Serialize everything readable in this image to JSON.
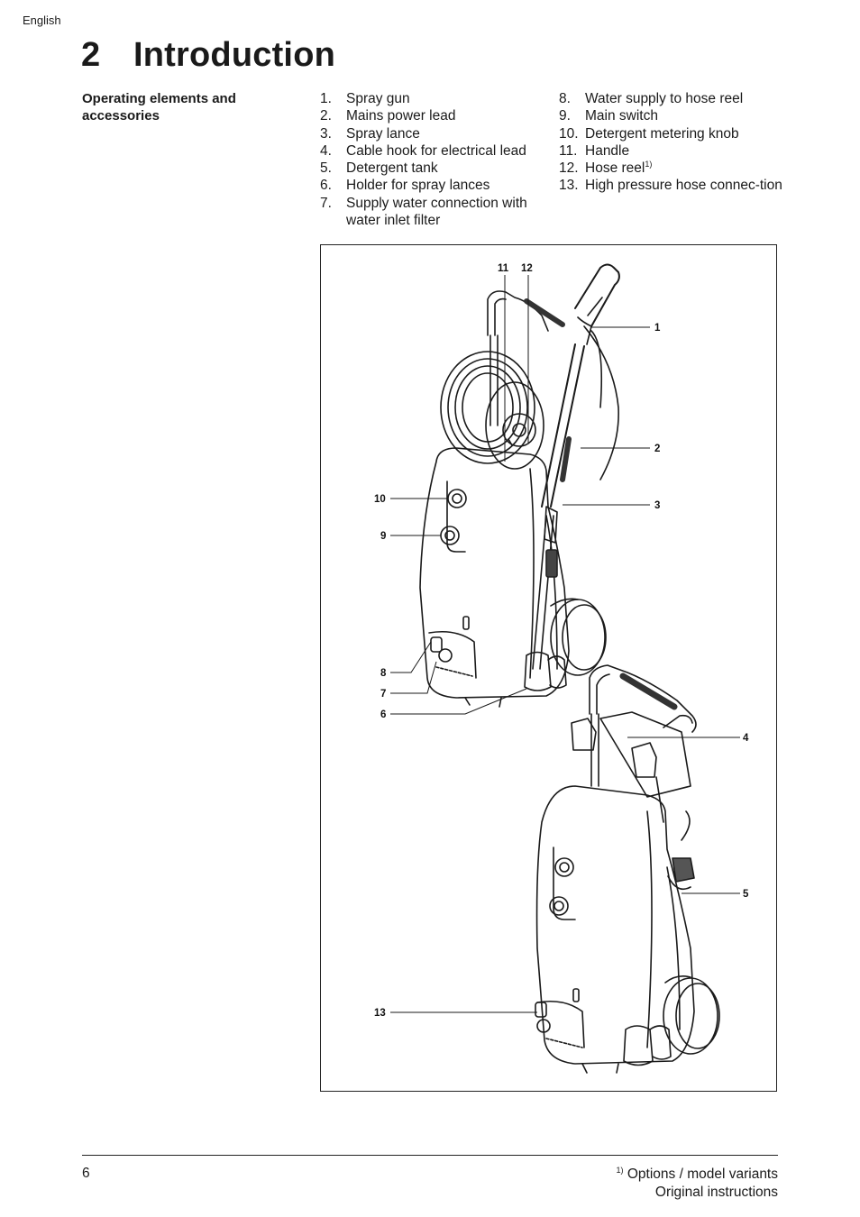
{
  "header": {
    "language": "English"
  },
  "chapter": {
    "number": "2",
    "title": "Introduction"
  },
  "section": {
    "title": "Operating elements and accessories"
  },
  "items_left": [
    {
      "n": "1.",
      "text": "Spray gun"
    },
    {
      "n": "2.",
      "text": "Mains power lead"
    },
    {
      "n": "3.",
      "text": "Spray lance"
    },
    {
      "n": "4.",
      "text": "Cable hook for electrical lead"
    },
    {
      "n": "5.",
      "text": "Detergent tank"
    },
    {
      "n": "6.",
      "text": "Holder for spray lances"
    },
    {
      "n": "7.",
      "text": "Supply water connection with water inlet filter"
    }
  ],
  "items_right": [
    {
      "n": "8.",
      "text": "Water supply to hose reel"
    },
    {
      "n": "9.",
      "text": "Main switch"
    },
    {
      "n": "10.",
      "text": "Detergent metering knob"
    },
    {
      "n": "11.",
      "text": "Handle"
    },
    {
      "n": "12.",
      "text": "Hose reel",
      "sup": "1)"
    },
    {
      "n": "13.",
      "text": "High pressure hose connec-tion"
    }
  ],
  "figure": {
    "callouts": [
      "1",
      "2",
      "3",
      "4",
      "5",
      "6",
      "7",
      "8",
      "9",
      "10",
      "11",
      "12",
      "13"
    ]
  },
  "footer": {
    "page_number": "6",
    "footnote_marker": "1)",
    "footnote_text": "Options / model variants",
    "note": "Original instructions"
  }
}
